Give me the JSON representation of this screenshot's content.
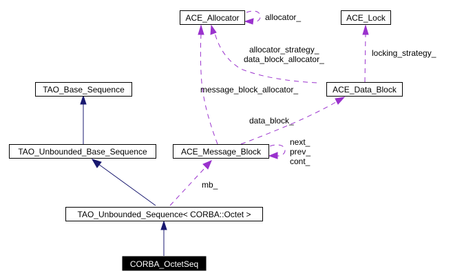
{
  "diagram": {
    "type": "collaboration-graph",
    "colors": {
      "inheritance_edge": "#191970",
      "member_edge": "#9a32cd",
      "node_border": "#000000",
      "highlight_fill": "#000000",
      "highlight_text": "#ffffff"
    },
    "nodes": {
      "ace_allocator": "ACE_Allocator",
      "ace_lock": "ACE_Lock",
      "tao_base_sequence": "TAO_Base_Sequence",
      "ace_data_block": "ACE_Data_Block",
      "tao_unbounded_base_sequence": "TAO_Unbounded_Base_Sequence",
      "ace_message_block": "ACE_Message_Block",
      "tao_unbounded_sequence_octet": "TAO_Unbounded_Sequence< CORBA::Octet >",
      "corba_octetseq": "CORBA_OctetSeq"
    },
    "edge_labels": {
      "allocator": "allocator_",
      "allocator_strategy": "allocator_strategy_",
      "data_block_allocator": "data_block_allocator_",
      "locking_strategy": "locking_strategy_",
      "message_block_allocator": "message_block_allocator_",
      "data_block": "data_block_",
      "next": "next_",
      "prev": "prev_",
      "cont": "cont_",
      "mb": "mb_"
    },
    "edges": [
      {
        "from": "tao_unbounded_base_sequence",
        "to": "tao_base_sequence",
        "kind": "inheritance"
      },
      {
        "from": "tao_unbounded_sequence_octet",
        "to": "tao_unbounded_base_sequence",
        "kind": "inheritance"
      },
      {
        "from": "corba_octetseq",
        "to": "tao_unbounded_sequence_octet",
        "kind": "inheritance"
      },
      {
        "from": "ace_allocator",
        "to": "ace_allocator",
        "kind": "member",
        "label": "allocator_"
      },
      {
        "from": "ace_data_block",
        "to": "ace_allocator",
        "kind": "member",
        "label": "allocator_strategy_ / data_block_allocator_"
      },
      {
        "from": "ace_message_block",
        "to": "ace_allocator",
        "kind": "member",
        "label": "message_block_allocator_"
      },
      {
        "from": "ace_data_block",
        "to": "ace_lock",
        "kind": "member",
        "label": "locking_strategy_"
      },
      {
        "from": "ace_message_block",
        "to": "ace_data_block",
        "kind": "member",
        "label": "data_block_"
      },
      {
        "from": "ace_message_block",
        "to": "ace_message_block",
        "kind": "member",
        "label": "next_ / prev_ / cont_"
      },
      {
        "from": "tao_unbounded_sequence_octet",
        "to": "ace_message_block",
        "kind": "member",
        "label": "mb_"
      }
    ]
  }
}
